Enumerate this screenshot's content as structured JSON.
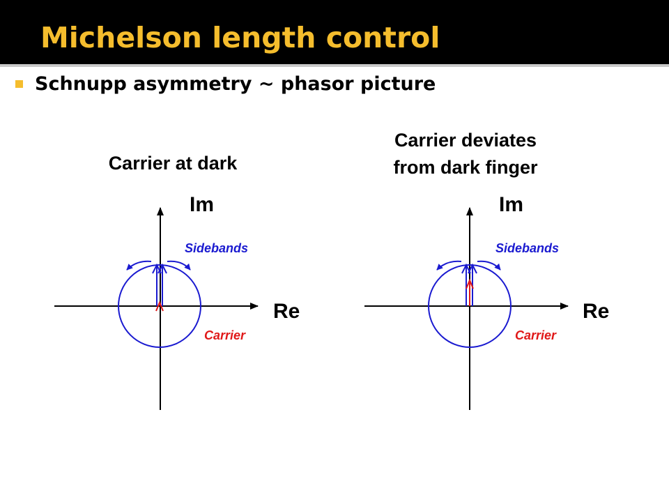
{
  "slide": {
    "title": "Michelson length control",
    "bullet": "Schnupp asymmetry ~ phasor picture"
  },
  "panels": [
    {
      "title_lines": [
        "Carrier at dark"
      ],
      "im_label": "Im",
      "re_label": "Re",
      "sidebands_label": "Sidebands",
      "carrier_label": "Carrier",
      "carrier_state": "at dark (zero amplitude)"
    },
    {
      "title_lines": [
        "Carrier deviates",
        "from dark finger"
      ],
      "im_label": "Im",
      "re_label": "Re",
      "sidebands_label": "Sidebands",
      "carrier_label": "Carrier",
      "carrier_state": "small imaginary amplitude"
    }
  ],
  "colors": {
    "title": "#f5bd2d",
    "bullet": "#f5bd2d",
    "sidebands": "#1a1ad0",
    "carrier": "#e01818",
    "axes": "#000000"
  }
}
